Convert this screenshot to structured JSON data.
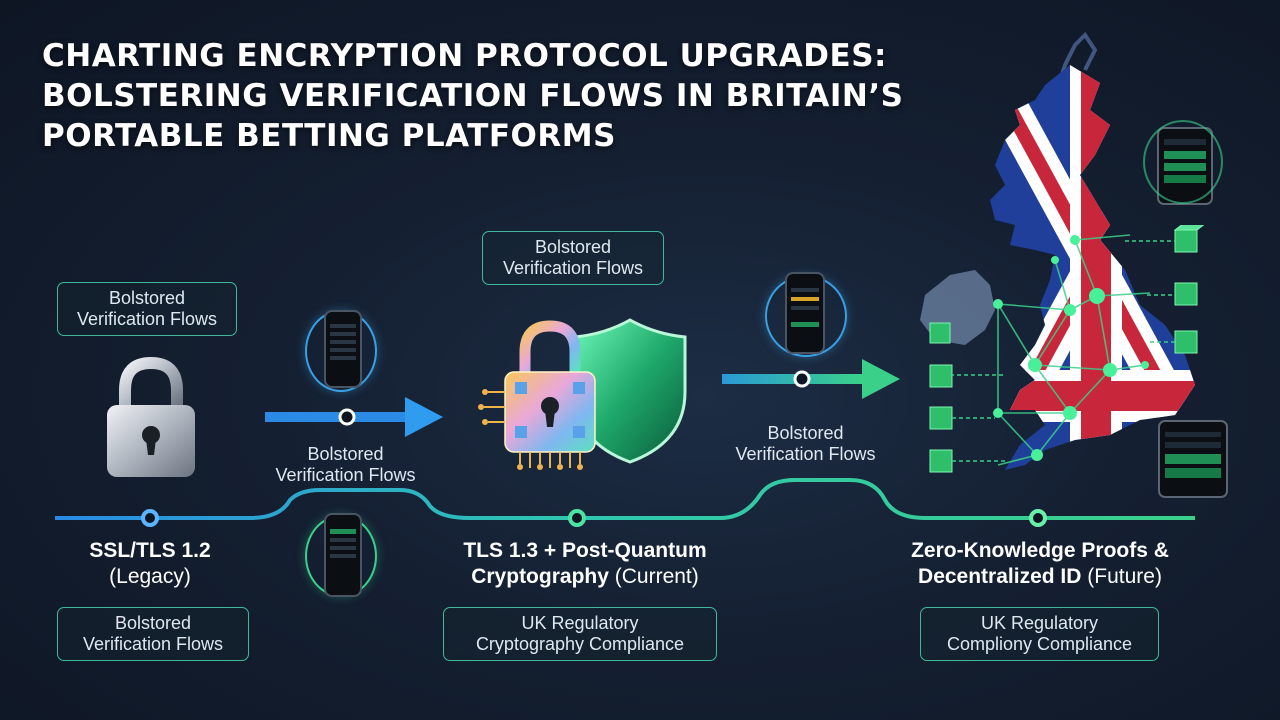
{
  "title": {
    "line1": "CHARTING ENCRYPTION PROTOCOL UPGRADES:",
    "line2": "BOLSTERING VERIFICATION FLOWS IN BRITAIN’S",
    "line3": "PORTABLE BETTING PLATFORMS"
  },
  "labels": {
    "box_top_left": [
      "Bolstored",
      "Verification Flows"
    ],
    "box_top_center": [
      "Bolstored",
      "Verification Flows"
    ],
    "caption_arrow1": [
      "Bolstored",
      "Verification Flows"
    ],
    "caption_arrow2": [
      "Bolstored",
      "Verification Flows"
    ],
    "box_bottom_left": [
      "Bolstored",
      "Verification Flows"
    ],
    "box_bottom_center": [
      "UK Regulatory",
      "Cryptography Compliance"
    ],
    "box_bottom_right": [
      "UK Regulatory",
      "Compliony Compliance"
    ]
  },
  "stages": [
    {
      "line1_bold": "SSL/TLS 1.2",
      "line2_bold": "",
      "line2_normal": "(Legacy)"
    },
    {
      "line1_bold": "TLS 1.3 + Post-Quantum",
      "line2_bold": "Cryptography",
      "line2_normal": "(Current)"
    },
    {
      "line1_bold": "Zero-Knowledge Proofs &",
      "line2_bold": "Decentralized ID",
      "line2_normal": "(Future)"
    }
  ],
  "icons": [
    "padlock-icon",
    "chip-padlock-icon",
    "shield-icon",
    "smartphone-icon",
    "tablet-icon",
    "uk-map",
    "cube-icon"
  ],
  "colors": {
    "blue": "#3aa0e6",
    "green": "#3ad08a",
    "box_border": "#3fb89a",
    "background": "#141f31"
  }
}
